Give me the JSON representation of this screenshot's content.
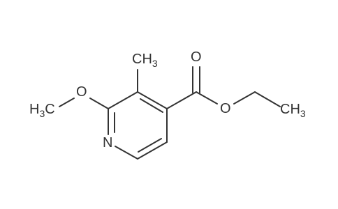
{
  "molecule": {
    "atoms": {
      "methyl_top_c": "C",
      "methyl_top_h": "H",
      "methyl_top_sub": "3",
      "carbonyl_o": "O",
      "ester_o": "O",
      "methoxy_o": "O",
      "methoxy_c": "C",
      "methoxy_h": "H",
      "methoxy_sub": "3",
      "ethyl_c": "C",
      "ethyl_h": "H",
      "ethyl_sub": "3",
      "ring_n": "N"
    }
  }
}
